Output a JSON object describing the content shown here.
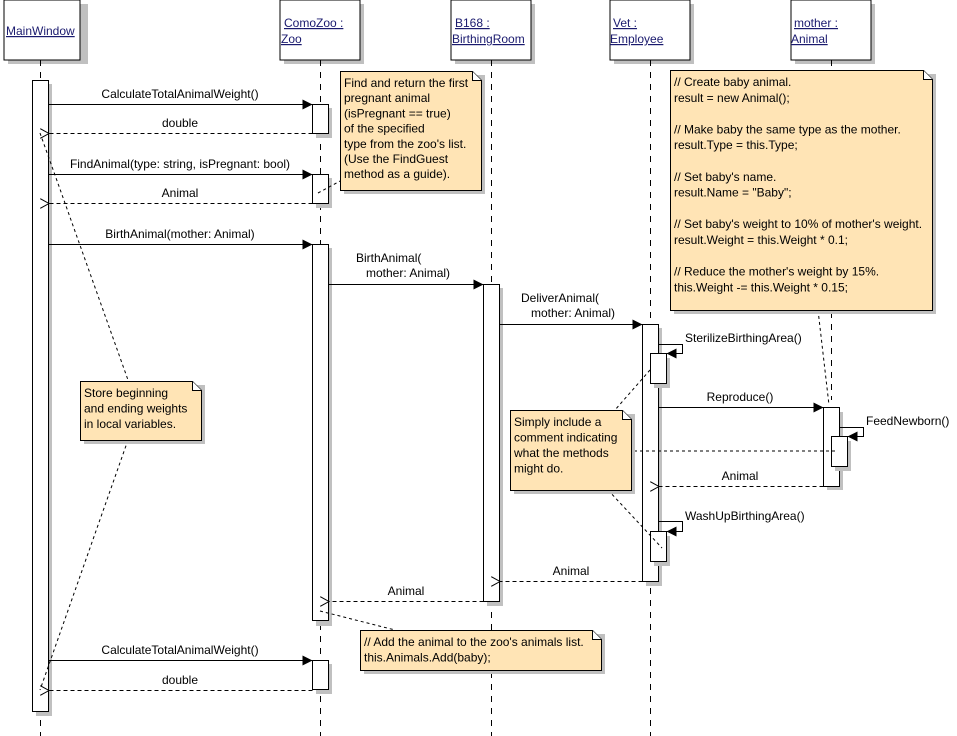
{
  "diagram": {
    "type": "uml-sequence",
    "colors": {
      "note_fill": "#ffe4b5",
      "shadow": "#c0c0c0",
      "line": "#000000",
      "header_text": "#1a1a6e"
    },
    "lifelines": [
      {
        "id": "main",
        "line1": "MainWindow",
        "line2": ""
      },
      {
        "id": "zoo",
        "line1": "ComoZoo :",
        "line2": "Zoo"
      },
      {
        "id": "room",
        "line1": "B168 :",
        "line2": "BirthingRoom"
      },
      {
        "id": "vet",
        "line1": "Vet :",
        "line2": "Employee"
      },
      {
        "id": "mother",
        "line1": "mother :",
        "line2": "Animal"
      }
    ],
    "messages": [
      {
        "id": "m1",
        "from": "main",
        "to": "zoo",
        "kind": "call",
        "lines": [
          "CalculateTotalAnimalWeight()"
        ]
      },
      {
        "id": "m2",
        "from": "zoo",
        "to": "main",
        "kind": "return",
        "lines": [
          "double"
        ]
      },
      {
        "id": "m3",
        "from": "main",
        "to": "zoo",
        "kind": "call",
        "lines": [
          "FindAnimal(type: string, isPregnant: bool)"
        ]
      },
      {
        "id": "m4",
        "from": "zoo",
        "to": "main",
        "kind": "return",
        "lines": [
          "Animal"
        ]
      },
      {
        "id": "m5",
        "from": "main",
        "to": "zoo",
        "kind": "call",
        "lines": [
          "BirthAnimal(mother: Animal)"
        ]
      },
      {
        "id": "m6",
        "from": "zoo",
        "to": "room",
        "kind": "call",
        "lines": [
          "BirthAnimal(",
          "   mother: Animal)"
        ]
      },
      {
        "id": "m7",
        "from": "room",
        "to": "vet",
        "kind": "call",
        "lines": [
          "DeliverAnimal(",
          "   mother: Animal)"
        ]
      },
      {
        "id": "m8",
        "from": "vet",
        "to": "vet",
        "kind": "self",
        "lines": [
          "SterilizeBirthingArea()"
        ]
      },
      {
        "id": "m9",
        "from": "vet",
        "to": "mother",
        "kind": "call",
        "lines": [
          "Reproduce()"
        ]
      },
      {
        "id": "m10",
        "from": "mother",
        "to": "mother",
        "kind": "self",
        "lines": [
          "FeedNewborn()"
        ]
      },
      {
        "id": "m11",
        "from": "mother",
        "to": "vet",
        "kind": "return",
        "lines": [
          "Animal"
        ]
      },
      {
        "id": "m12",
        "from": "vet",
        "to": "vet",
        "kind": "self",
        "lines": [
          "WashUpBirthingArea()"
        ]
      },
      {
        "id": "m13",
        "from": "vet",
        "to": "room",
        "kind": "return",
        "lines": [
          "Animal"
        ]
      },
      {
        "id": "m14",
        "from": "room",
        "to": "zoo",
        "kind": "return",
        "lines": [
          "Animal"
        ]
      },
      {
        "id": "m15",
        "from": "main",
        "to": "zoo",
        "kind": "call",
        "lines": [
          "CalculateTotalAnimalWeight()"
        ]
      },
      {
        "id": "m16",
        "from": "zoo",
        "to": "main",
        "kind": "return",
        "lines": [
          "double"
        ]
      }
    ],
    "notes": [
      {
        "id": "find-animal-note",
        "lines": [
          "Find and return the first",
          "pregnant animal",
          "(isPregnant == true)",
          "of the specified",
          "type from the zoo's list.",
          "(Use the FindGuest",
          "method as a guide)."
        ]
      },
      {
        "id": "reproduce-note",
        "lines": [
          "// Create baby animal.",
          "result = new Animal();",
          "",
          "// Make baby the same type as the mother.",
          "result.Type = this.Type;",
          "",
          "// Set baby's name.",
          "result.Name = \"Baby\";",
          "",
          "// Set baby's weight to 10% of mother's weight.",
          "result.Weight = this.Weight * 0.1;",
          "",
          "// Reduce the mother's weight by 15%.",
          "this.Weight -= this.Weight * 0.15;"
        ]
      },
      {
        "id": "weights-note",
        "lines": [
          "Store beginning",
          "and ending weights",
          "in local variables."
        ]
      },
      {
        "id": "comment-note",
        "lines": [
          "Simply include a",
          "comment indicating",
          "what the methods",
          "might do."
        ]
      },
      {
        "id": "add-animal-note",
        "lines": [
          "// Add the animal to the zoo's animals list.",
          "this.Animals.Add(baby);"
        ]
      }
    ]
  }
}
